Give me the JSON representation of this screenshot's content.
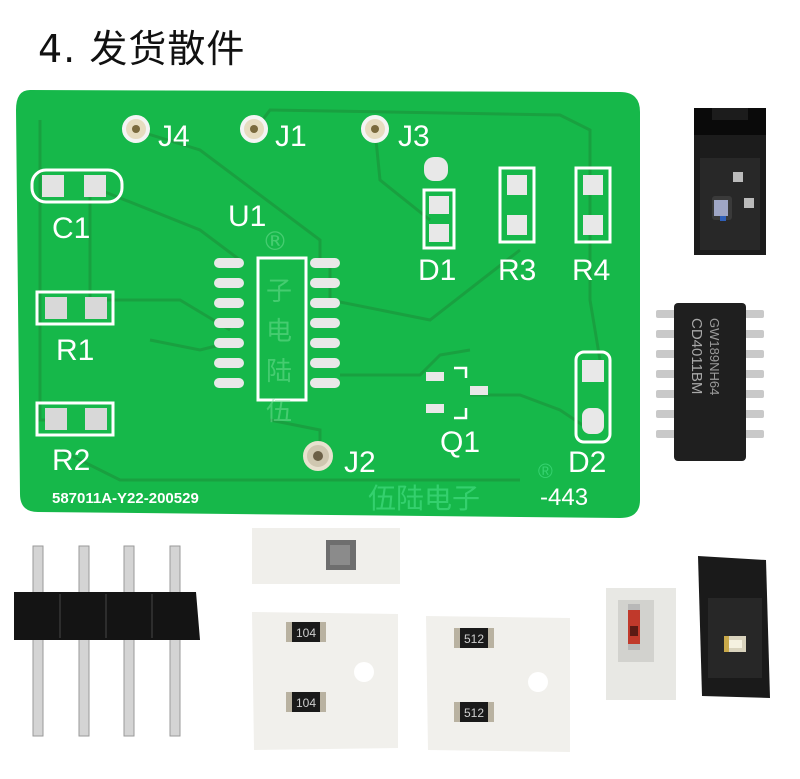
{
  "title": "4. 发货散件",
  "pcb": {
    "board_color": "#16b84a",
    "trace_color": "#1a9e3f",
    "silk_color": "#ffffff",
    "labels": {
      "j4": "J4",
      "j1": "J1",
      "j3": "J3",
      "j2": "J2",
      "c1": "C1",
      "u1": "U1",
      "d1": "D1",
      "r3": "R3",
      "r4": "R4",
      "r1": "R1",
      "r2": "R2",
      "q1": "Q1",
      "d2": "D2"
    },
    "part_number": "587011A-Y22-200529",
    "suffix": "-443",
    "brand": "伍陆电子",
    "brand_mark": "®"
  },
  "ic": {
    "marking_line1": "GW189NH64",
    "marking_line2": "CD4011BM"
  },
  "resistors": {
    "r104": "104",
    "r512": "512"
  },
  "icon_names": [
    "pcb-board",
    "soic-14-chip",
    "pin-header-4",
    "sot23-in-tape",
    "resistor-strip",
    "diode-in-tape",
    "led-in-tape"
  ]
}
